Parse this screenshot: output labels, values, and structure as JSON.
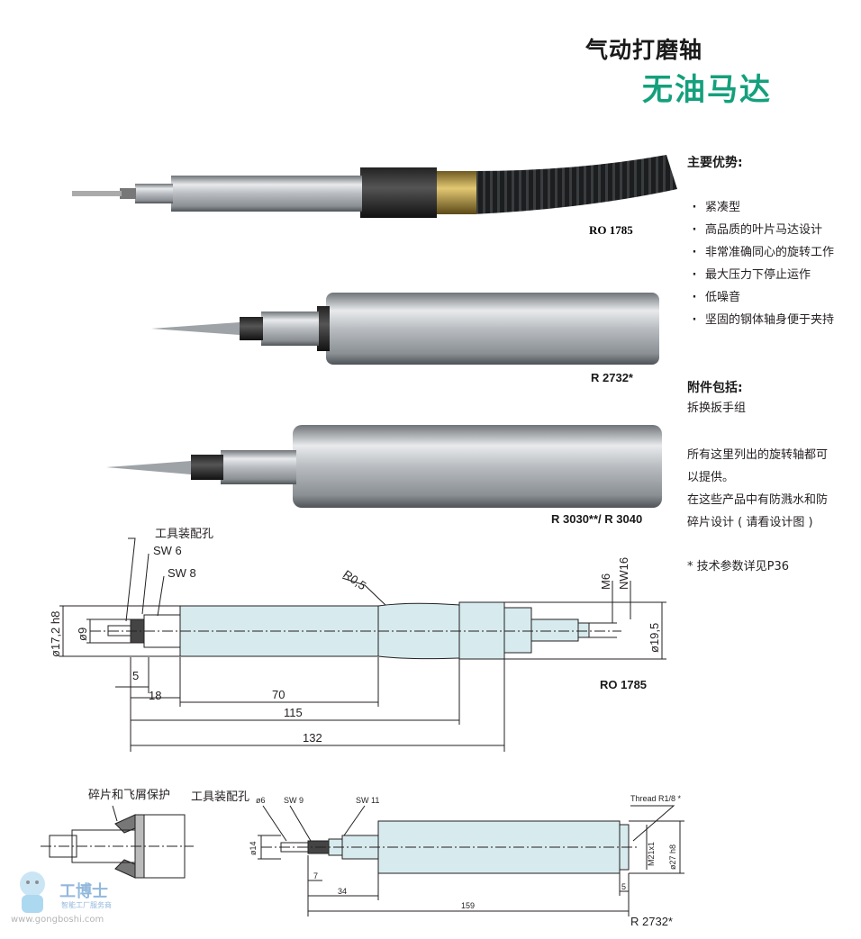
{
  "header": {
    "line1": "气动打磨轴",
    "line2": "无油马达"
  },
  "advantages": {
    "title": "主要优势:",
    "items": [
      "紧凑型",
      "高品质的叶片马达设计",
      "非常准确同心的旋转工作",
      "最大压力下停止运作",
      "低噪音",
      "坚固的钢体轴身便于夹持"
    ]
  },
  "accessories": {
    "title": "附件包括:",
    "text": "拆换扳手组"
  },
  "availability": {
    "lines": [
      "所有这里列出的旋转轴都可",
      "以提供。",
      "在这些产品中有防溅水和防",
      "碎片设计 ( 请看设计图 )"
    ]
  },
  "note": "* 技术参数详见P36",
  "products": {
    "p1": "RO 1785",
    "p2": "R 2732*",
    "p3": "R 3030**/ R 3040"
  },
  "drawing1": {
    "label_hole": "工具装配孔",
    "sw6": "SW 6",
    "sw8": "SW 8",
    "r05": "R0,5",
    "m6": "M6",
    "nw16": "NW16",
    "d172": "ø17,2 h8",
    "d9": "ø9",
    "d195": "ø19,5",
    "d5": "5",
    "d18": "18",
    "d70": "70",
    "d115": "115",
    "d132": "132",
    "model": "RO 1785"
  },
  "drawing2": {
    "label_guard": "碎片和飞屑保护",
    "label_hole": "工具装配孔",
    "d6": "ø6",
    "sw9": "SW 9",
    "sw11": "SW 11",
    "thread": "Thread R1/8 *",
    "d14": "ø14",
    "m21": "M21x1",
    "d27": "ø27 h8",
    "d7": "7",
    "d34": "34",
    "d5": "5",
    "d159": "159",
    "model": "R 2732*"
  },
  "watermark": {
    "name": "工博士",
    "tagline": "智能工厂服务商",
    "url": "www.gongboshi.com"
  }
}
